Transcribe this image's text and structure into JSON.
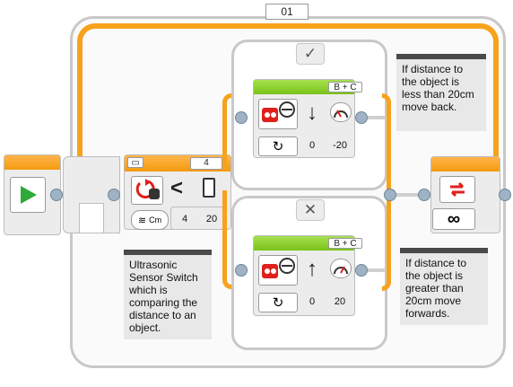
{
  "loop": {
    "label": "01",
    "infinity_symbol": "∞"
  },
  "switch": {
    "count": "4",
    "operator": "<",
    "params": [
      "4",
      "20"
    ]
  },
  "cases": [
    {
      "tab_icon": "✓",
      "ports": "B + C",
      "values": [
        "0",
        "-20"
      ]
    },
    {
      "tab_icon": "✕",
      "ports": "B + C",
      "values": [
        "0",
        "20"
      ]
    }
  ],
  "comments": {
    "top_right": "If distance to the object is less than 20cm move back.",
    "bottom_left": "Ultrasonic Sensor Switch which is comparing the distance to an object.",
    "bottom_right": "If distance to the object is greater than 20cm move forwards."
  },
  "sensor_unit": "Cm",
  "colors": {
    "loop_orange": "#f7a21c",
    "start_green": "#2eaa3a",
    "move_green": "#79c21a",
    "action_red": "#e0201b"
  }
}
